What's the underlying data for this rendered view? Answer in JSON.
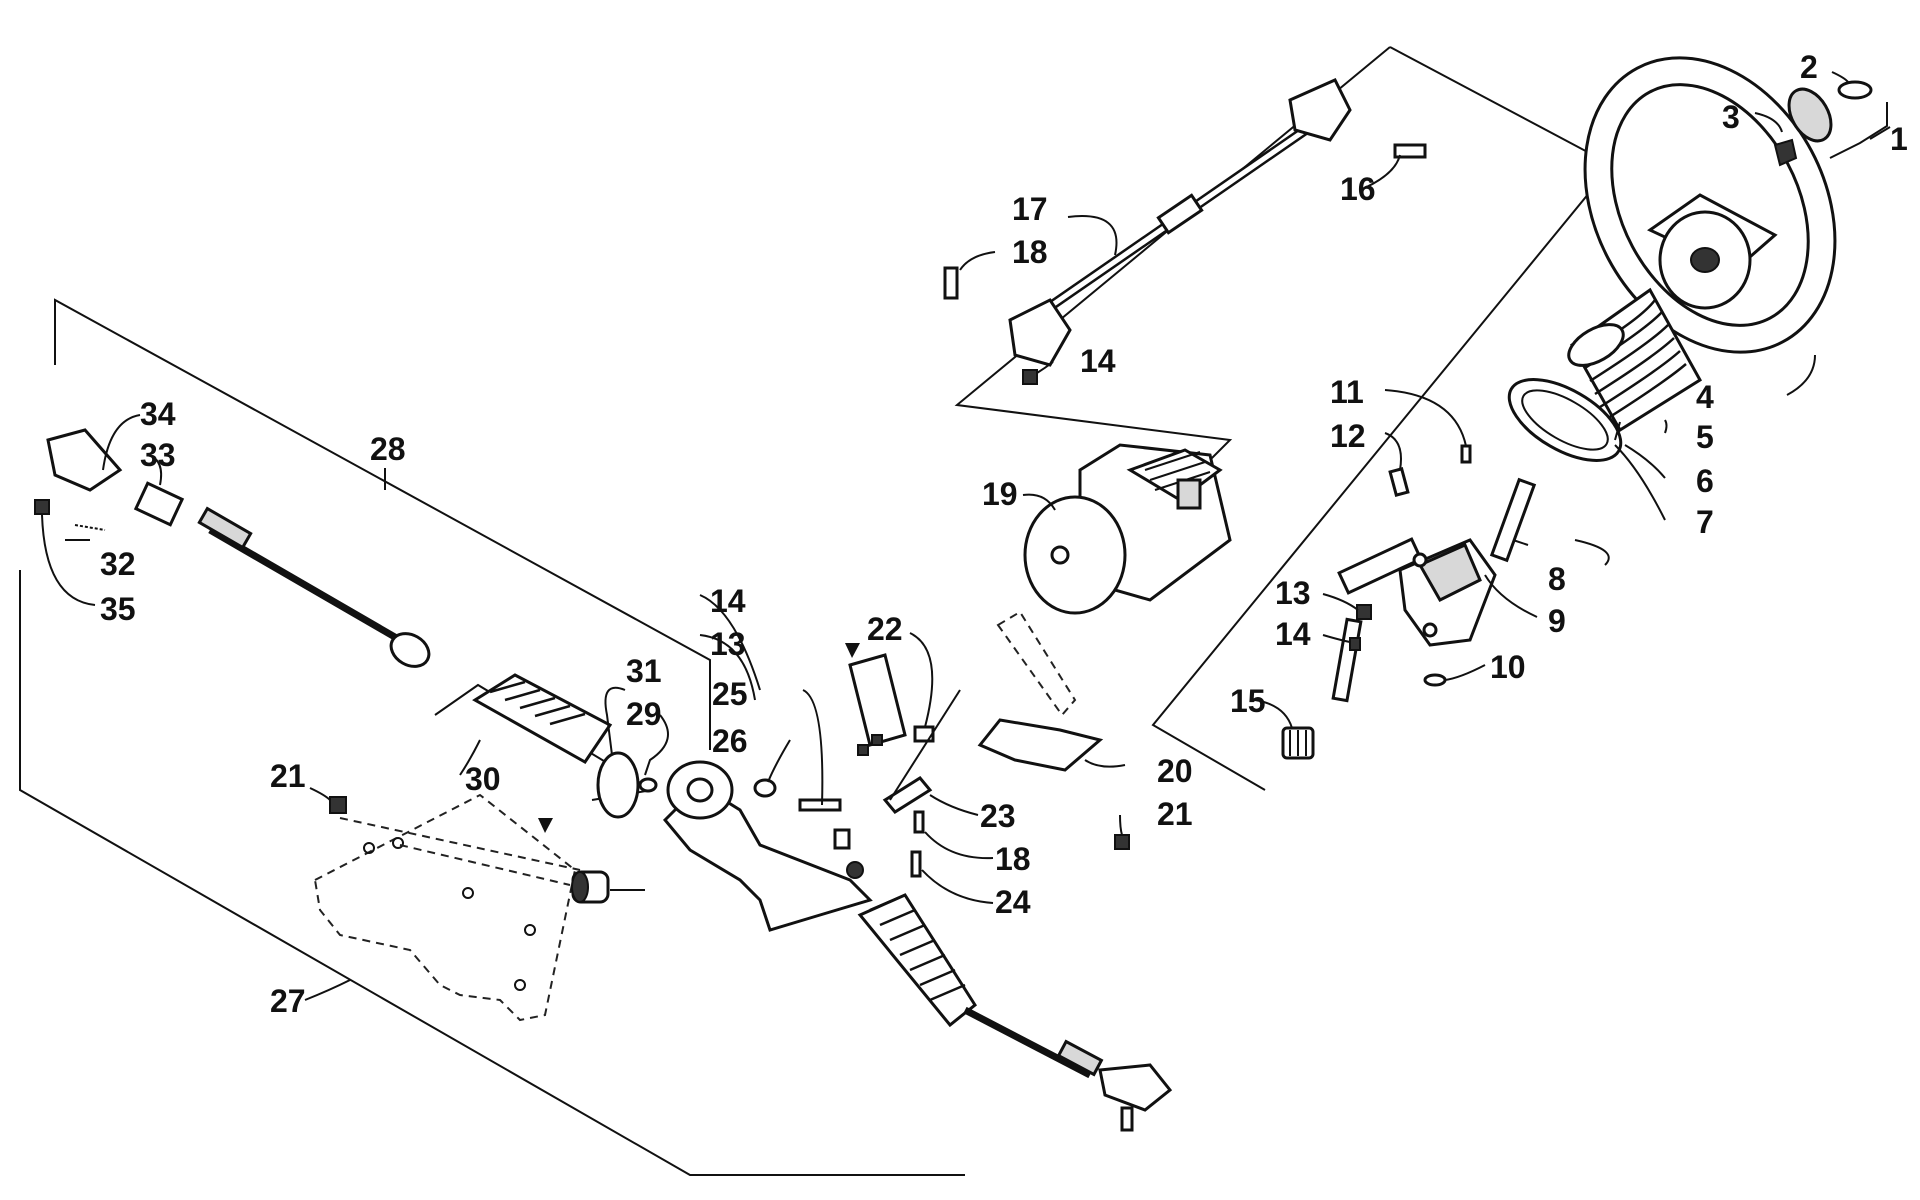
{
  "callouts": [
    {
      "id": "1",
      "text": "1"
    },
    {
      "id": "2",
      "text": "2"
    },
    {
      "id": "3",
      "text": "3"
    },
    {
      "id": "4",
      "text": "4"
    },
    {
      "id": "5",
      "text": "5"
    },
    {
      "id": "6",
      "text": "6"
    },
    {
      "id": "7",
      "text": "7"
    },
    {
      "id": "8",
      "text": "8"
    },
    {
      "id": "9",
      "text": "9"
    },
    {
      "id": "10",
      "text": "10"
    },
    {
      "id": "11",
      "text": "11"
    },
    {
      "id": "12",
      "text": "12"
    },
    {
      "id": "13a",
      "text": "13"
    },
    {
      "id": "13b",
      "text": "13"
    },
    {
      "id": "14a",
      "text": "14"
    },
    {
      "id": "14b",
      "text": "14"
    },
    {
      "id": "14c",
      "text": "14"
    },
    {
      "id": "15",
      "text": "15"
    },
    {
      "id": "16",
      "text": "16"
    },
    {
      "id": "17",
      "text": "17"
    },
    {
      "id": "18a",
      "text": "18"
    },
    {
      "id": "18b",
      "text": "18"
    },
    {
      "id": "19",
      "text": "19"
    },
    {
      "id": "20",
      "text": "20"
    },
    {
      "id": "21a",
      "text": "21"
    },
    {
      "id": "21b",
      "text": "21"
    },
    {
      "id": "22",
      "text": "22"
    },
    {
      "id": "23",
      "text": "23"
    },
    {
      "id": "24",
      "text": "24"
    },
    {
      "id": "25",
      "text": "25"
    },
    {
      "id": "26",
      "text": "26"
    },
    {
      "id": "27",
      "text": "27"
    },
    {
      "id": "28",
      "text": "28"
    },
    {
      "id": "29",
      "text": "29"
    },
    {
      "id": "30",
      "text": "30"
    },
    {
      "id": "31",
      "text": "31"
    },
    {
      "id": "32",
      "text": "32"
    },
    {
      "id": "33",
      "text": "33"
    },
    {
      "id": "34",
      "text": "34"
    },
    {
      "id": "35",
      "text": "35"
    }
  ]
}
